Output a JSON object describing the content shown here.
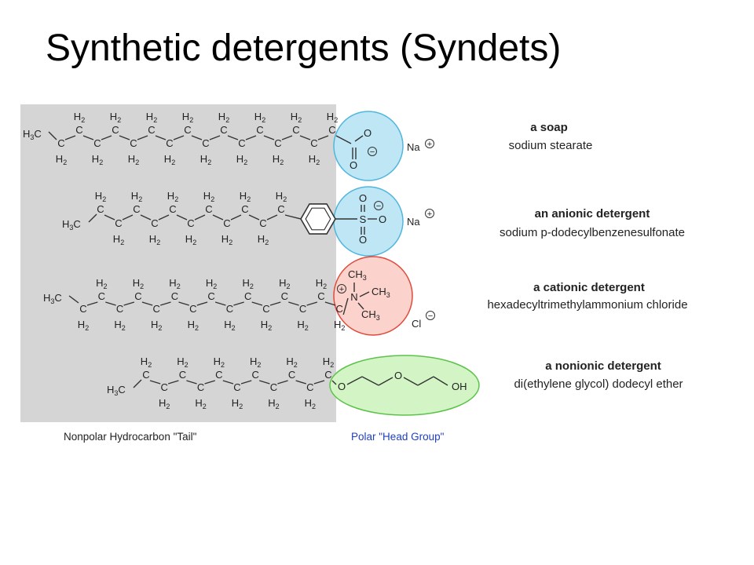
{
  "title": "Synthetic detergents (Syndets)",
  "colors": {
    "tail_panel": "#d5d5d5",
    "head_blue": "#bfe6f5",
    "head_blue_stroke": "#4fb6dd",
    "head_red": "#fbd3cc",
    "head_red_stroke": "#e04a3a",
    "head_green": "#d3f5c6",
    "head_green_stroke": "#5cc24a",
    "polar_caption": "#1f3fbf"
  },
  "atoms": {
    "h2": "H",
    "h2_sub": "2",
    "carbon": "C",
    "h3c_main": "H",
    "h3c_sub": "3",
    "h3c_tail": "C",
    "ch3_main": "CH",
    "ch3_sub": "3",
    "oxygen": "O",
    "sulfur": "S",
    "nitrogen": "N",
    "sodium": "Na",
    "chlorine": "Cl",
    "hydroxyl": "OH",
    "plus": "+",
    "minus": "−"
  },
  "compounds": [
    {
      "category": "a soap",
      "name": "sodium stearate",
      "head_style": "blue",
      "counterion": "Na",
      "counterion_charge": "+"
    },
    {
      "category": "an anionic detergent",
      "name": "sodium p-dodecylbenzenesulfonate",
      "head_style": "blue",
      "counterion": "Na",
      "counterion_charge": "+"
    },
    {
      "category": "a cationic detergent",
      "name": "hexadecyltrimethylammonium chloride",
      "head_style": "red",
      "counterion": "Cl",
      "counterion_charge": "−"
    },
    {
      "category": "a nonionic detergent",
      "name": "di(ethylene glycol) dodecyl ether",
      "head_style": "green"
    }
  ],
  "captions": {
    "tail": "Nonpolar Hydrocarbon \"Tail\"",
    "head": "Polar \"Head Group\""
  }
}
